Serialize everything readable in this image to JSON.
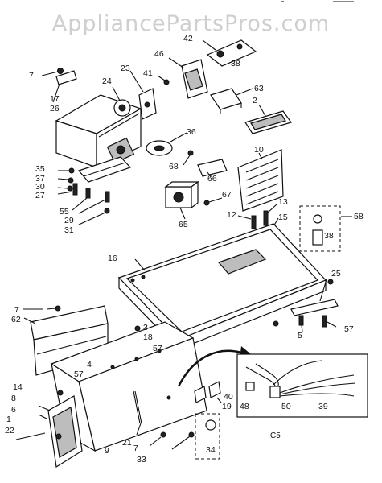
{
  "watermark": "AppliancePartsPros.com",
  "diagram_code": "C5",
  "callouts": [
    "7",
    "17",
    "26",
    "24",
    "23",
    "41",
    "46",
    "42",
    "38",
    "63",
    "2",
    "36",
    "68",
    "66",
    "10",
    "35",
    "37",
    "30",
    "27",
    "55",
    "29",
    "31",
    "65",
    "67",
    "12",
    "13",
    "15",
    "58",
    "38",
    "16",
    "25",
    "57",
    "5",
    "7",
    "62",
    "3",
    "18",
    "57",
    "4",
    "57",
    "14",
    "8",
    "6",
    "1",
    "22",
    "9",
    "21",
    "7",
    "33",
    "34",
    "40",
    "19",
    "48",
    "50",
    "39"
  ]
}
